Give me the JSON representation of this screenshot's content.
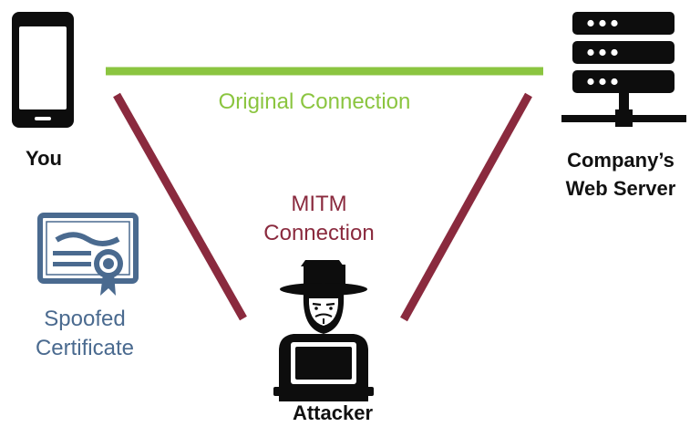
{
  "colors": {
    "original_connection": "#8bc540",
    "mitm_connection": "#8a2a3e",
    "certificate": "#4a6a8f",
    "icon_dark": "#0d0d0d",
    "text_dark": "#111111"
  },
  "labels": {
    "you": "You",
    "server_line1": "Company’s",
    "server_line2": "Web Server",
    "original_connection": "Original Connection",
    "mitm_line1": "MITM",
    "mitm_line2": "Connection",
    "certificate_line1": "Spoofed",
    "certificate_line2": "Certificate",
    "attacker": "Attacker"
  },
  "icons": {
    "you": "smartphone-icon",
    "server": "server-icon",
    "attacker": "hacker-icon",
    "certificate": "certificate-icon"
  }
}
